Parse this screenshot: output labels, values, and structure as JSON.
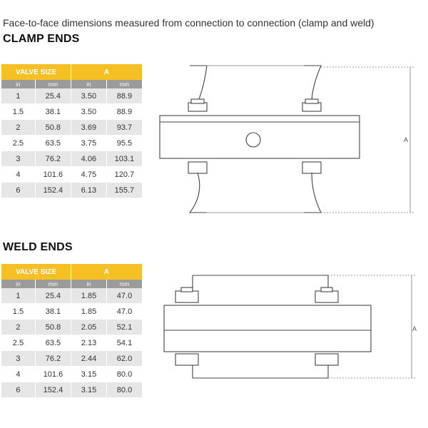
{
  "intro_text": "Face-to-face dimensions measured from connection to connection (clamp and weld)",
  "clamp": {
    "title": "CLAMP ENDS",
    "header": {
      "valve_size": "VALVE SIZE",
      "a": "A"
    },
    "units": [
      "in",
      "mm",
      "in",
      "mm"
    ],
    "rows": [
      [
        "1",
        "25.4",
        "3.50",
        "88.9"
      ],
      [
        "1.5",
        "38.1",
        "3.50",
        "88.9"
      ],
      [
        "2",
        "50.8",
        "3.69",
        "93.7"
      ],
      [
        "2.5",
        "63.5",
        "3.75",
        "95.5"
      ],
      [
        "3",
        "76.2",
        "4.06",
        "103.1"
      ],
      [
        "4",
        "101.6",
        "4.75",
        "120.7"
      ],
      [
        "6",
        "152.4",
        "6.13",
        "155.7"
      ]
    ],
    "dimension_label": "A"
  },
  "weld": {
    "title": "WELD ENDS",
    "header": {
      "valve_size": "VALVE SIZE",
      "a": "A"
    },
    "units": [
      "in",
      "mm",
      "in",
      "mm"
    ],
    "rows": [
      [
        "1",
        "25.4",
        "1.85",
        "47.0"
      ],
      [
        "1.5",
        "38.1",
        "1.85",
        "47.0"
      ],
      [
        "2",
        "50.8",
        "2.05",
        "52.1"
      ],
      [
        "2.5",
        "63.5",
        "2.13",
        "54.1"
      ],
      [
        "3",
        "76.2",
        "2.44",
        "62.0"
      ],
      [
        "4",
        "101.6",
        "3.15",
        "80.0"
      ],
      [
        "6",
        "152.4",
        "3.15",
        "80.0"
      ]
    ],
    "dimension_label": "A"
  },
  "colors": {
    "header_yellow": "#f5c023",
    "subheader_gray": "#9b9b9b",
    "row_shade": "#e6e6e6",
    "line": "#444444"
  }
}
